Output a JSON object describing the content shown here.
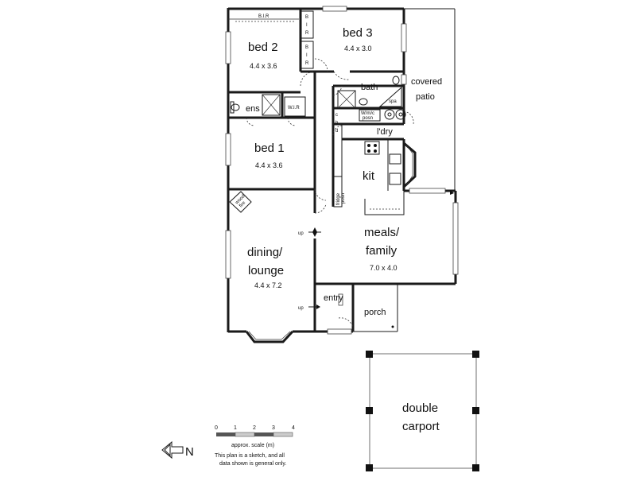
{
  "rooms": {
    "bed2": {
      "name": "bed 2",
      "size": "4.4 x 3.6"
    },
    "bed3": {
      "name": "bed 3",
      "size": "4.4 x 3.0"
    },
    "bed1": {
      "name": "bed 1",
      "size": "4.4 x 3.6"
    },
    "dining": {
      "name_line1": "dining/",
      "name_line2": "lounge",
      "size": "4.4 x 7.2"
    },
    "meals": {
      "name_line1": "meals/",
      "name_line2": "family",
      "size": "7.0 x 4.0"
    },
    "kit": {
      "name": "kit"
    },
    "bath": {
      "name": "bath"
    },
    "ens": {
      "name": "ens"
    },
    "ldry": {
      "name": "l'dry"
    },
    "entry": {
      "name": "entry"
    },
    "porch": {
      "name": "porch"
    },
    "patio": {
      "name_line1": "covered",
      "name_line2": "patio"
    },
    "carport": {
      "name_line1": "double",
      "name_line2": "carport"
    }
  },
  "fixtures": {
    "bir_top": "B.I.R",
    "bir_side_1a": "B",
    "bir_side_1b": "I",
    "bir_side_1c": "R",
    "bir_side_2a": "B",
    "bir_side_2b": "I",
    "bir_side_2c": "R",
    "wir": "W.I.R",
    "cbd_c": "c",
    "cbd_b": "b",
    "cbd_d": "d",
    "spa": "spa",
    "wm_line1": "W/m/c",
    "wm_line2": "posn",
    "fridge_line1": "fridge",
    "fridge_line2": "posn",
    "wood_line1": "wood",
    "wood_line2": "fire"
  },
  "markers": {
    "up1": "up",
    "up2": "up"
  },
  "scale": {
    "ticks": [
      "0",
      "1",
      "2",
      "3",
      "4"
    ],
    "label": "approx. scale (m)",
    "disclaimer_line1": "This plan is a sketch, and all",
    "disclaimer_line2": "data shown is general only."
  },
  "compass": {
    "letter": "N"
  }
}
